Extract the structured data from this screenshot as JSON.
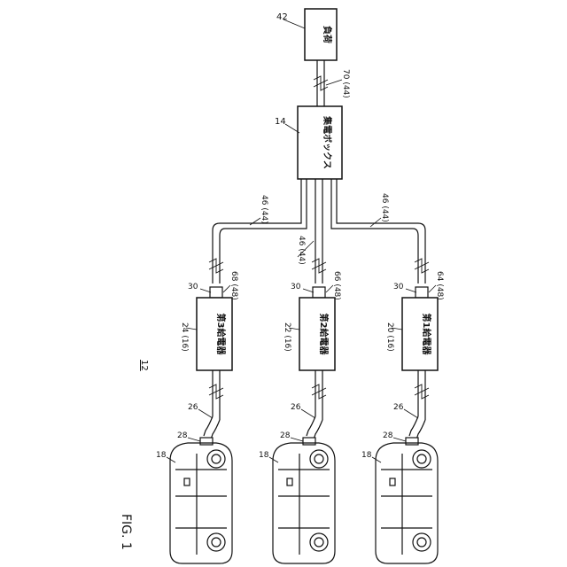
{
  "figure": {
    "fig_label": "FIG. 1",
    "system_ref": "12"
  },
  "load": {
    "ref": "42",
    "text": "負荷"
  },
  "load_cable": {
    "ref": "70 (44)"
  },
  "collection_box": {
    "ref": "14",
    "text": "集電ボックス"
  },
  "branch_cables": {
    "left_ref": "46 (44)",
    "middle_ref": "46 (44)",
    "right_ref": "46 (44)"
  },
  "chargers": [
    {
      "id": "charger-3",
      "name": "第3給電器",
      "ref": "24 (16)",
      "connector_ref": "30",
      "port_ref": "68 (48)",
      "cable_ref": "26",
      "plug_ref": "28",
      "vehicle_ref": "18"
    },
    {
      "id": "charger-2",
      "name": "第2給電器",
      "ref": "22 (16)",
      "connector_ref": "30",
      "port_ref": "66 (48)",
      "cable_ref": "26",
      "plug_ref": "28",
      "vehicle_ref": "18"
    },
    {
      "id": "charger-1",
      "name": "第1給電器",
      "ref": "20 (16)",
      "connector_ref": "30",
      "port_ref": "64 (48)",
      "cable_ref": "26",
      "plug_ref": "28",
      "vehicle_ref": "18"
    }
  ]
}
